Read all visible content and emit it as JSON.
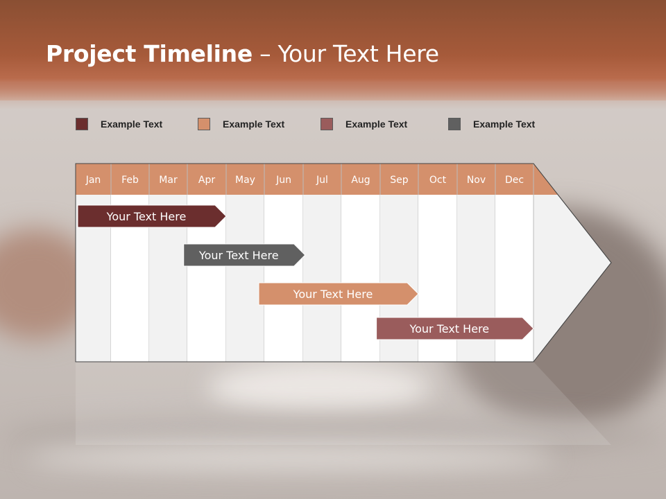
{
  "title": {
    "bold": "Project Timeline",
    "rest": " – Your Text Here"
  },
  "legend": [
    {
      "label": "Example Text",
      "color": "#6b2e2e"
    },
    {
      "label": "Example Text",
      "color": "#d4906c"
    },
    {
      "label": "Example Text",
      "color": "#9a5c5c"
    },
    {
      "label": "Example Text",
      "color": "#606060"
    }
  ],
  "months": [
    "Jan",
    "Feb",
    "Mar",
    "Apr",
    "May",
    "Jun",
    "Jul",
    "Aug",
    "Sep",
    "Oct",
    "Nov",
    "Dec"
  ],
  "colors": {
    "header": "#d4906c",
    "grid_alt": "#f2f2f2",
    "grid": "#ffffff",
    "grid_line": "#bbbbbb"
  },
  "tasks": [
    {
      "label": "Your  Text Here",
      "start_month": 1.0,
      "end_month": 4.0,
      "color": "#6b2e2e",
      "text_color": "#ffffff"
    },
    {
      "label": "Your  Text Here",
      "start_month": 3.85,
      "end_month": 6.05,
      "color": "#606060",
      "text_color": "#ffffff"
    },
    {
      "label": "Your  Text Here",
      "start_month": 5.8,
      "end_month": 9.0,
      "color": "#d4906c",
      "text_color": "#ffffff"
    },
    {
      "label": "Your  Text Here",
      "start_month": 8.85,
      "end_month": 12.0,
      "color": "#9a5c5c",
      "text_color": "#ffffff"
    }
  ]
}
